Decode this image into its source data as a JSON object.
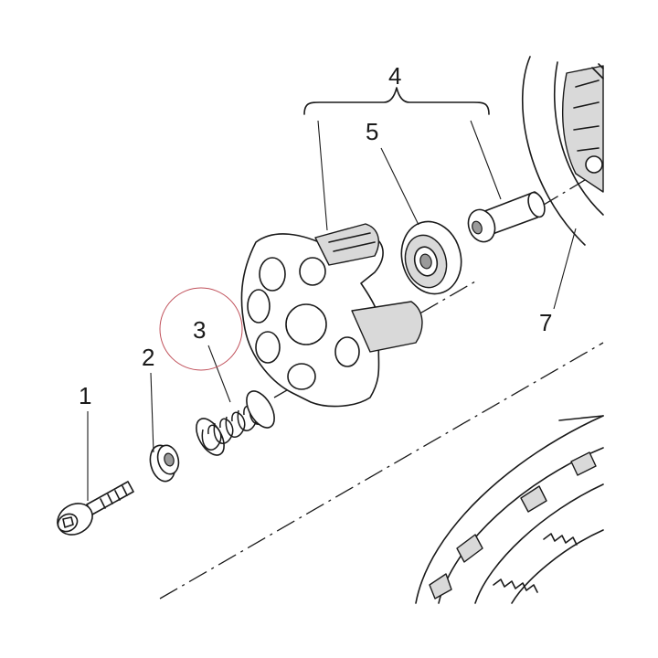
{
  "callouts": {
    "c1": "1",
    "c2": "2",
    "c3": "3",
    "c4": "4",
    "c5": "5",
    "c7": "7"
  },
  "highlight": {
    "target": "3",
    "color": "#c0505a"
  },
  "icons": [
    "bolt",
    "washer",
    "spring",
    "clutch-pressure-plate",
    "bearing",
    "pushrod",
    "clutch-drum",
    "clutch-plates"
  ]
}
